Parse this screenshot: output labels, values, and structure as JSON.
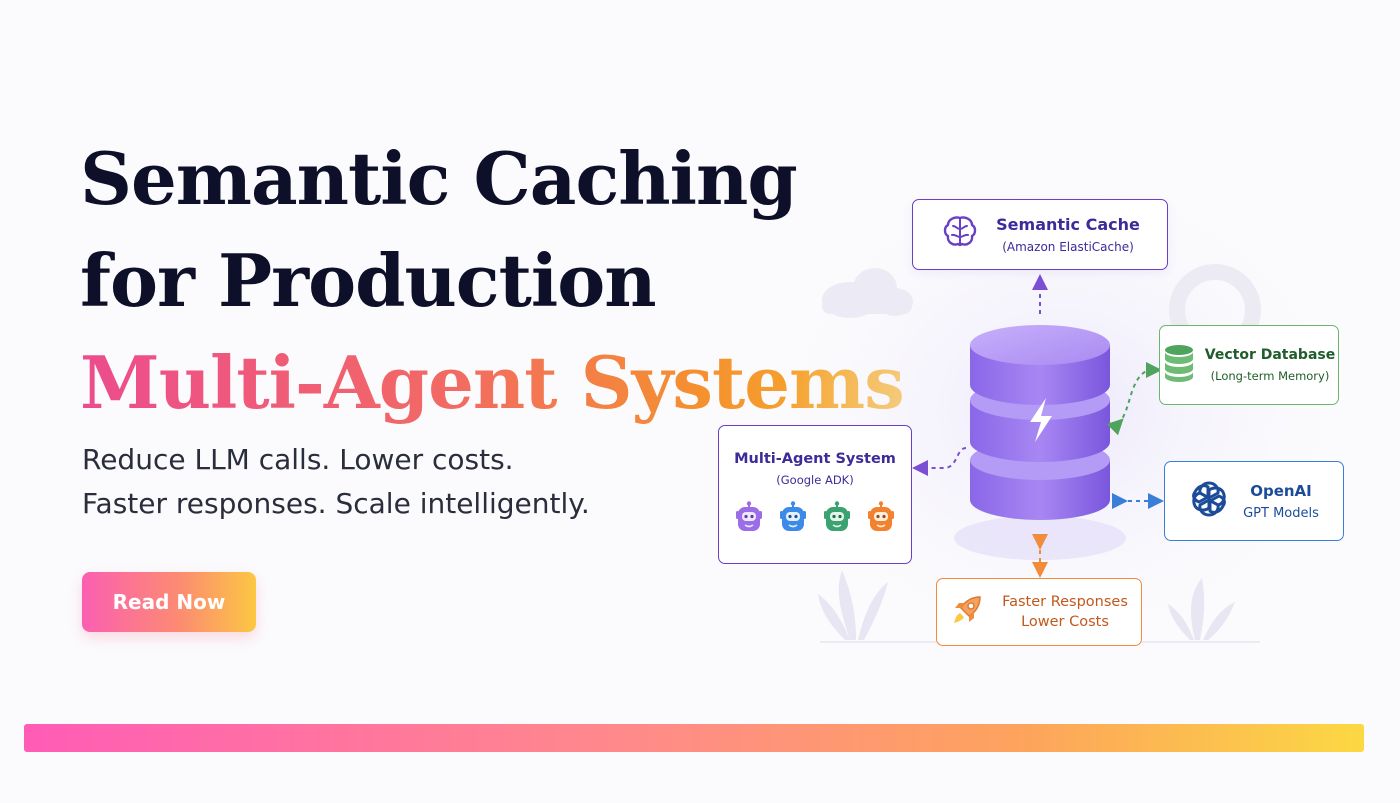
{
  "hero": {
    "title_line1": "Semantic Caching",
    "title_line2": "for Production",
    "title_line3": "Multi-Agent Systems",
    "subtitle_line1": "Reduce LLM calls. Lower costs.",
    "subtitle_line2": "Faster responses. Scale intelligently.",
    "cta_label": "Read Now"
  },
  "diagram": {
    "semantic_cache": {
      "title": "Semantic Cache",
      "subtitle": "(Amazon ElastiCache)"
    },
    "vector_database": {
      "title": "Vector Database",
      "subtitle": "(Long-term Memory)"
    },
    "openai": {
      "title": "OpenAI",
      "subtitle": "GPT Models"
    },
    "multi_agent": {
      "title": "Multi-Agent System",
      "subtitle": "(Google ADK)"
    },
    "performance": {
      "title": "Faster Responses",
      "subtitle": "Lower Costs"
    }
  },
  "icons": {
    "cache": "brain-icon",
    "core": "lightning-bolt-icon",
    "vector": "database-icon",
    "openai": "openai-logo-icon",
    "performance": "rocket-icon",
    "agents": [
      "robot-icon",
      "robot-icon",
      "robot-icon",
      "robot-icon"
    ]
  },
  "colors": {
    "title_dark": "#0e1029",
    "gradient_start": "#ec4c8e",
    "gradient_end": "#f6b32a",
    "cache_purple": "#6a3fc6",
    "vector_green": "#6ab66a",
    "openai_blue": "#3a7fd6",
    "performance_orange": "#f08c3a",
    "agent_colors": [
      "#9b6ee8",
      "#3c8be8",
      "#3aa371",
      "#f2822e"
    ]
  }
}
